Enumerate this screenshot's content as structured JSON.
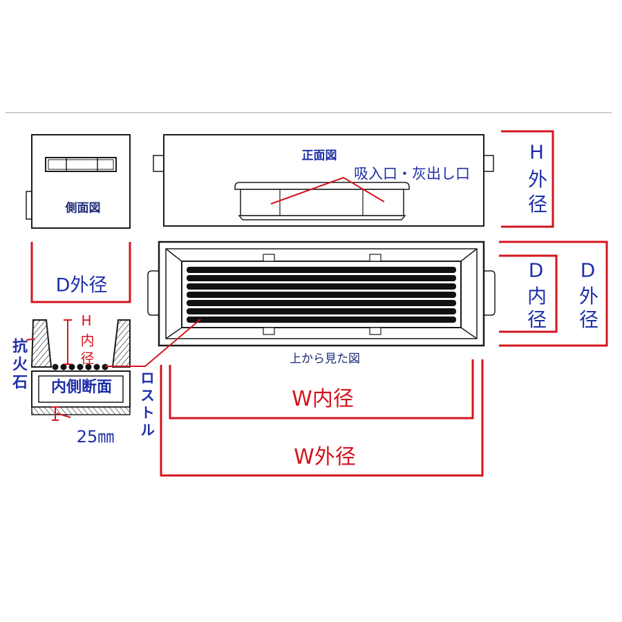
{
  "labels": {
    "side_view": "側面図",
    "front_view": "正面図",
    "intake": "吸入口・灰出し口",
    "top_view": "上から見た図",
    "h_outer": "H外径",
    "d_inner": "D内径",
    "d_outer_right": "D外径",
    "d_outer_side": "D外径",
    "fire_stone": "抗火石",
    "h_inner": "H内径",
    "inner_section": "内側断面",
    "thickness": "25㎜",
    "roster": "ロストル",
    "w_inner": "W内径",
    "w_outer": "W外径"
  },
  "colors": {
    "dimension": "#d4141c",
    "label": "#1f2fa8",
    "outline": "#1a1a1a"
  }
}
